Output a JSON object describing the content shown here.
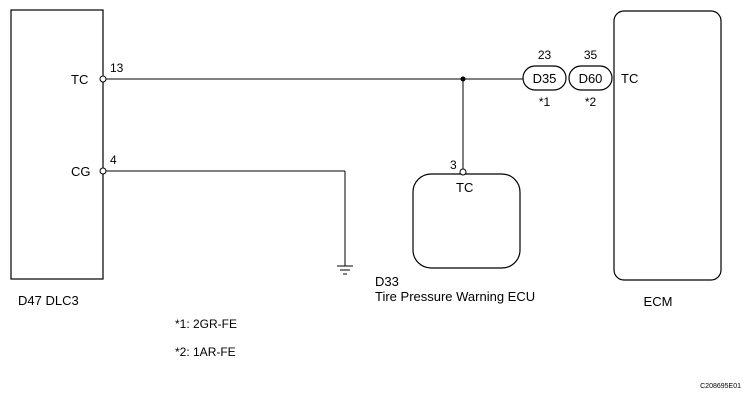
{
  "dlc3": {
    "label": "D47  DLC3",
    "pins": [
      {
        "name": "TC",
        "number": "13"
      },
      {
        "name": "CG",
        "number": "4"
      }
    ]
  },
  "tpw_ecu": {
    "code": "D33",
    "name": "Tire Pressure Warning ECU",
    "pin_name": "TC",
    "pin_number": "3"
  },
  "ecm": {
    "label": "ECM",
    "pin_name": "TC"
  },
  "connectors": [
    {
      "code": "D35",
      "pin": "23",
      "note": "*1"
    },
    {
      "code": "D60",
      "pin": "35",
      "note": "*2"
    }
  ],
  "footnotes": [
    "*1: 2GR-FE",
    "*2: 1AR-FE"
  ],
  "figure_id": "C208695E01"
}
